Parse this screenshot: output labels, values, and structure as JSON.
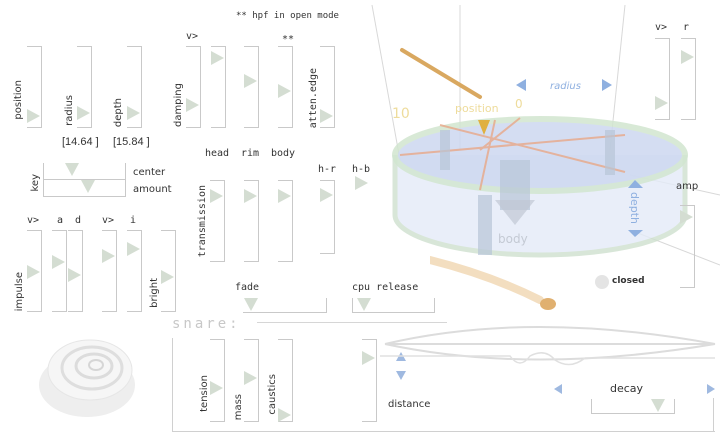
{
  "note": "** hpf in open mode",
  "labels": {
    "v1": "v>",
    "stars": "**",
    "v2": "v>",
    "a": "a",
    "d": "d",
    "v3": "v>",
    "i": "i",
    "head": "head",
    "rim": "rim",
    "body": "body",
    "h_r": "h-r",
    "h_b": "h-b",
    "center": "center",
    "amount": "amount",
    "key": "key",
    "fade": "fade",
    "cpu_release": "cpu release",
    "snare": "snare:",
    "distance": "distance",
    "decay": "decay",
    "amp": "amp",
    "closed": "closed",
    "v4": "v>",
    "r": "r"
  },
  "slider_labels": {
    "position": "position",
    "radius": "radius",
    "depth": "depth",
    "damping": "damping",
    "atten_edge": "atten.edge",
    "impulse": "impulse",
    "bright": "bright",
    "transmission": "transmission",
    "tension": "tension",
    "mass": "mass",
    "caustics": "caustics"
  },
  "readouts": {
    "radius": "[14.64 ]",
    "depth": "[15.84 ]"
  },
  "drum": {
    "ten": "10",
    "position": "position",
    "zero": "0",
    "radius": "radius",
    "depth": "depth",
    "body": "body"
  },
  "sliders": {
    "position": 0.08,
    "radius": 0.12,
    "depth": 0.12,
    "damping": 0.25,
    "damping_vel": 0.95,
    "head_damp": 0.6,
    "rim_damp": 0.45,
    "atten_edge": 0.08,
    "impulse": 0.5,
    "attack": 0.65,
    "decay_env": 0.45,
    "impulse_vel": 0.75,
    "intensity": 0.85,
    "bright": 0.42,
    "trans_head": 0.9,
    "trans_rim": 0.9,
    "trans_body": 0.9,
    "h_r": 0.9,
    "h_b": 0.95,
    "tension": 0.4,
    "mass": 0.55,
    "caustics": 0.0,
    "distance": 0.85,
    "out_vel": 0.15,
    "out_r": 0.85,
    "amp": 0.95
  },
  "hsliders": {
    "key_center": 0.3,
    "key_amount": 0.55,
    "fade": 0.0,
    "cpu_release": 0.05,
    "decay": 0.85
  },
  "colors": {
    "accent_blue": "#8fb0e0",
    "drum_orange": "#e8c79a",
    "slider_thumb": "#d4ddd2"
  }
}
